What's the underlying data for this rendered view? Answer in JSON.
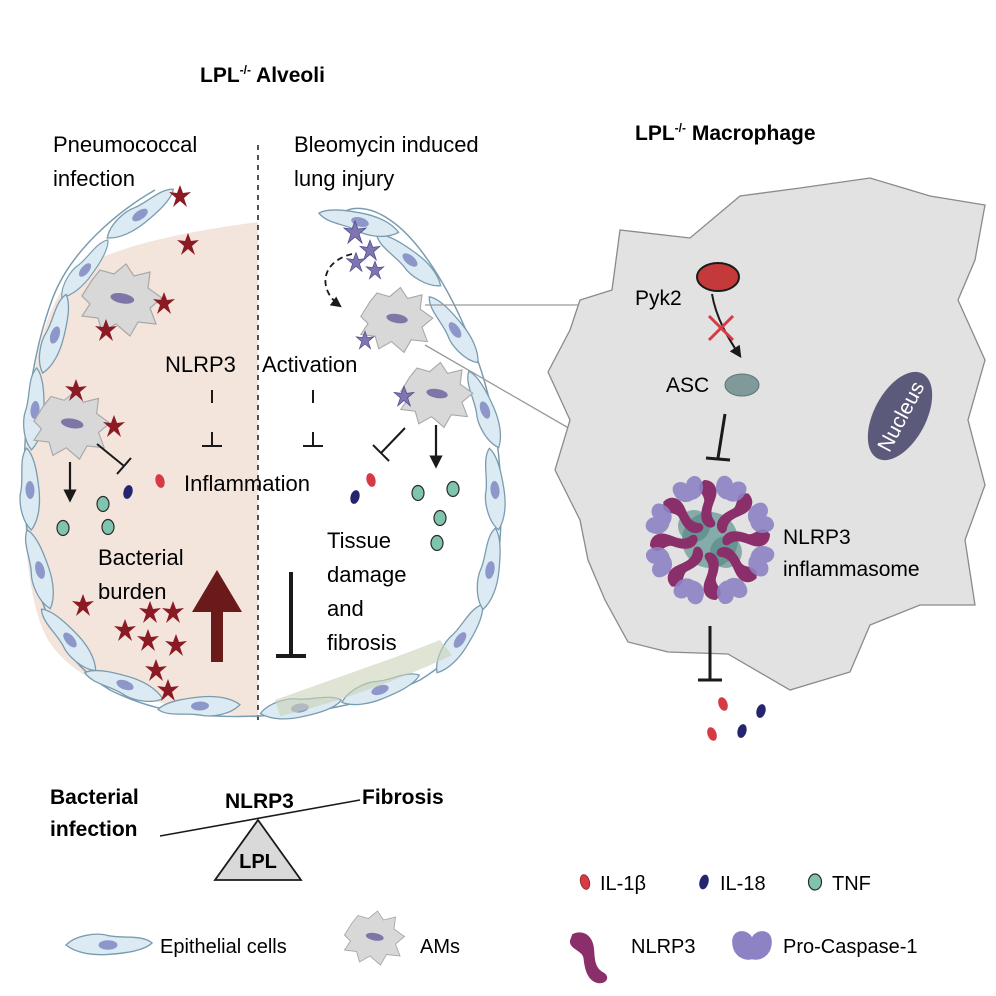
{
  "titles": {
    "alveoli_prefix": "LPL",
    "alveoli_sup": "-/-",
    "alveoli_suffix": " Alveoli",
    "macrophage_prefix": "LPL",
    "macrophage_sup": "-/-",
    "macrophage_suffix": " Macrophage"
  },
  "alveoli": {
    "left_condition": [
      "Pneumococcal",
      "infection"
    ],
    "right_condition": [
      "Bleomycin induced",
      "lung injury"
    ],
    "nlrp3_left": "NLRP3",
    "activation": "Activation",
    "inflammation": "Inflammation",
    "bacterial_burden": [
      "Bacterial",
      "burden"
    ],
    "tissue_damage": [
      "Tissue",
      "damage",
      "and",
      "fibrosis"
    ]
  },
  "macrophage": {
    "pyk2": "Pyk2",
    "asc": "ASC",
    "nucleus": "Nucleus",
    "inflammasome": [
      "NLRP3",
      "inflammasome"
    ]
  },
  "balance": {
    "left": [
      "Bacterial",
      "infection"
    ],
    "center": "NLRP3",
    "right": "Fibrosis",
    "fulcrum": "LPL"
  },
  "legend": {
    "il1b": "IL-1β",
    "il18": "IL-18",
    "tnf": "TNF",
    "epithelial": "Epithelial cells",
    "ams": "AMs",
    "nlrp3": "NLRP3",
    "procaspase": "Pro-Caspase-1"
  },
  "colors": {
    "infection_bg": "#f3e4dc",
    "epithelial_fill": "#dcebf3",
    "epithelial_nucleus": "#8d97c9",
    "am_fill": "#d8d8d8",
    "macrophage_fill": "#e2e2e2",
    "bacteria": "#8b1a24",
    "bleomycin": "#7d76b3",
    "il1b": "#d63a44",
    "il18": "#25256f",
    "tnf": "#7fc4ae",
    "nlrp3": "#8a2f6a",
    "procaspase": "#8d82c4",
    "nucleus": "#5c5a7a",
    "pyk2": "#c43a3a",
    "asc": "#7f9a98",
    "big_arrow": "#6b1a1a"
  }
}
